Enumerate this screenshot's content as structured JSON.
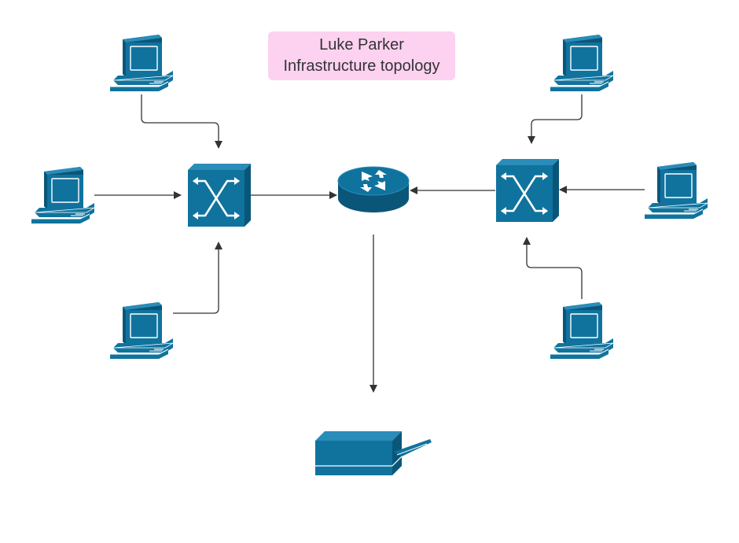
{
  "title": {
    "line1": "Luke Parker",
    "line2": "Infrastructure topology",
    "background": "#fcd2f0"
  },
  "colors": {
    "device_fill": "#10739e",
    "device_dark": "#0a5678",
    "device_light": "#2a8cb8",
    "connector": "#333333"
  },
  "nodes": [
    {
      "id": "router",
      "icon": "router-icon"
    },
    {
      "id": "switch-left",
      "icon": "switch-icon"
    },
    {
      "id": "switch-right",
      "icon": "switch-icon"
    },
    {
      "id": "printer",
      "icon": "printer-icon"
    },
    {
      "id": "pc-left-top",
      "icon": "computer-icon"
    },
    {
      "id": "pc-left-middle",
      "icon": "computer-icon"
    },
    {
      "id": "pc-left-bottom",
      "icon": "computer-icon"
    },
    {
      "id": "pc-right-top",
      "icon": "computer-icon"
    },
    {
      "id": "pc-right-middle",
      "icon": "computer-icon"
    },
    {
      "id": "pc-right-bottom",
      "icon": "computer-icon"
    }
  ],
  "edges": [
    {
      "from": "pc-left-top",
      "to": "switch-left"
    },
    {
      "from": "pc-left-middle",
      "to": "switch-left"
    },
    {
      "from": "pc-left-bottom",
      "to": "switch-left"
    },
    {
      "from": "switch-left",
      "to": "router"
    },
    {
      "from": "switch-right",
      "to": "router"
    },
    {
      "from": "pc-right-top",
      "to": "switch-right"
    },
    {
      "from": "pc-right-middle",
      "to": "switch-right"
    },
    {
      "from": "pc-right-bottom",
      "to": "switch-right"
    },
    {
      "from": "router",
      "to": "printer"
    }
  ]
}
